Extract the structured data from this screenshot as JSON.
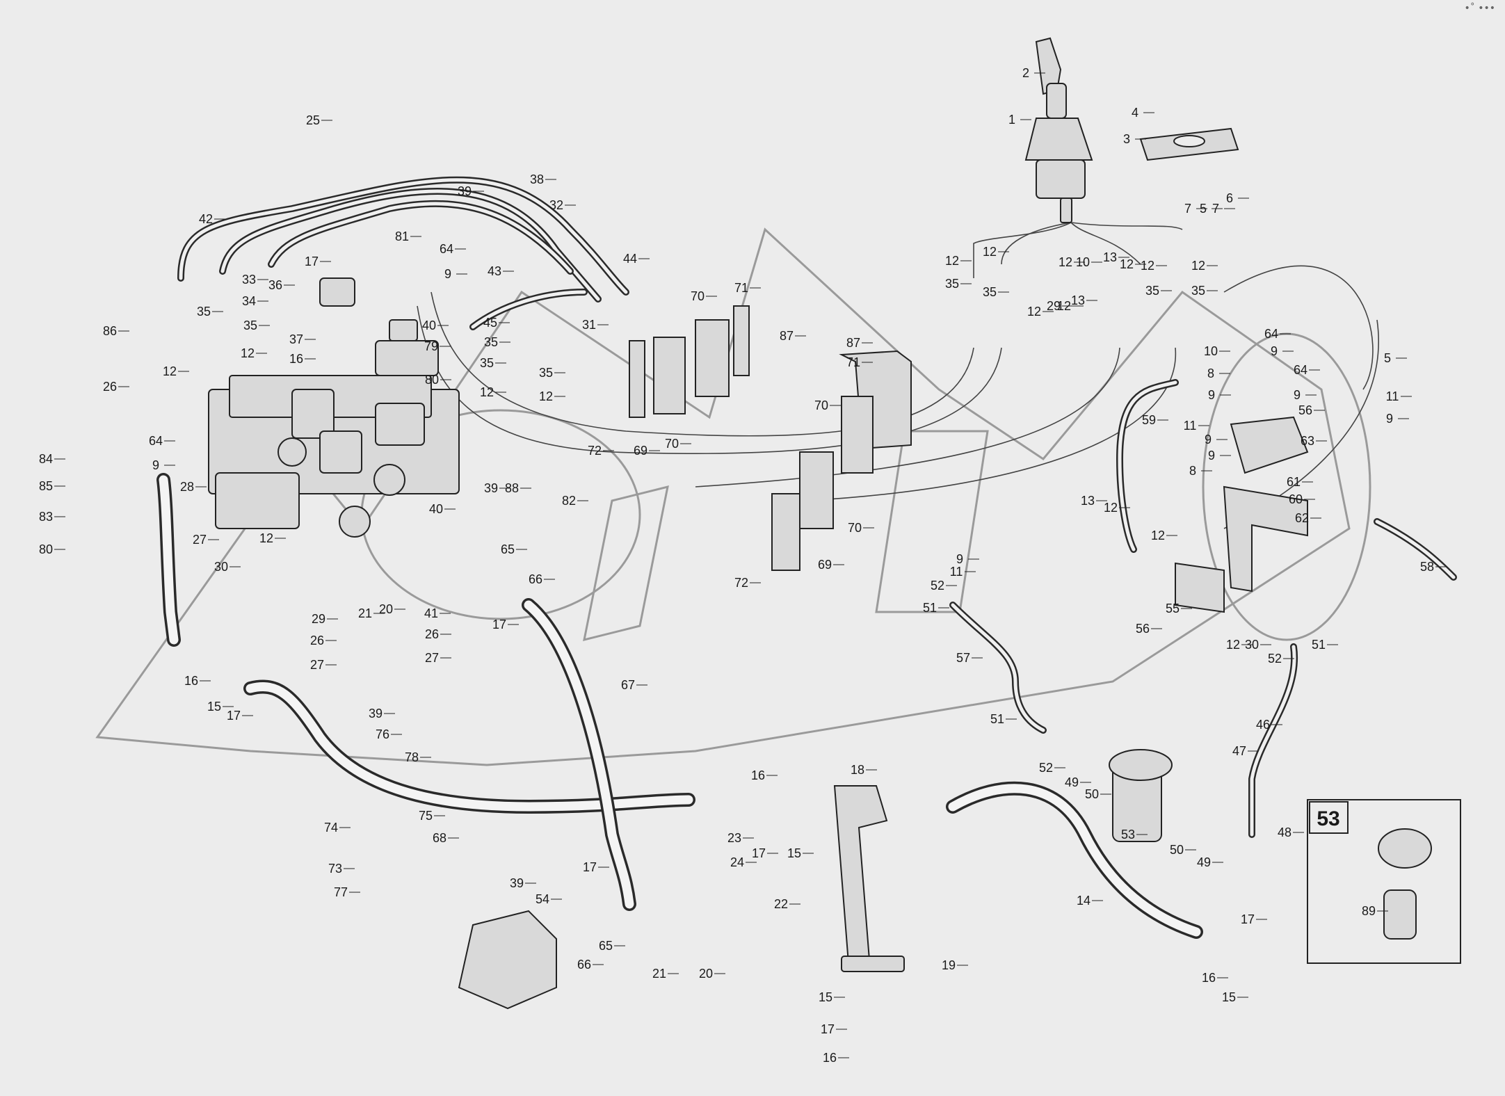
{
  "diagram": {
    "corner_menu": "•˚ •••",
    "inset_number": "53",
    "callouts": [
      {
        "id": "p2",
        "text": "2"
      },
      {
        "id": "p1",
        "text": "1"
      },
      {
        "id": "p4",
        "text": "4"
      },
      {
        "id": "p3",
        "text": "3"
      },
      {
        "id": "p7a",
        "text": "7"
      },
      {
        "id": "p5",
        "text": "5"
      },
      {
        "id": "p7b",
        "text": "7"
      },
      {
        "id": "p6",
        "text": "6"
      },
      {
        "id": "p25",
        "text": "25"
      },
      {
        "id": "p38",
        "text": "38"
      },
      {
        "id": "p39a",
        "text": "39"
      },
      {
        "id": "p32",
        "text": "32"
      },
      {
        "id": "p42",
        "text": "42"
      },
      {
        "id": "p81",
        "text": "81"
      },
      {
        "id": "p64a",
        "text": "64"
      },
      {
        "id": "p17a",
        "text": "17"
      },
      {
        "id": "p9a",
        "text": "9"
      },
      {
        "id": "p44",
        "text": "44"
      },
      {
        "id": "p33",
        "text": "33"
      },
      {
        "id": "p36",
        "text": "36"
      },
      {
        "id": "p43",
        "text": "43"
      },
      {
        "id": "p34",
        "text": "34"
      },
      {
        "id": "p35a",
        "text": "35"
      },
      {
        "id": "p35b",
        "text": "35"
      },
      {
        "id": "p40a",
        "text": "40"
      },
      {
        "id": "p45",
        "text": "45"
      },
      {
        "id": "p35c",
        "text": "35"
      },
      {
        "id": "p31",
        "text": "31"
      },
      {
        "id": "p86",
        "text": "86"
      },
      {
        "id": "p37",
        "text": "37"
      },
      {
        "id": "p79",
        "text": "79"
      },
      {
        "id": "p12a",
        "text": "12"
      },
      {
        "id": "p16a",
        "text": "16"
      },
      {
        "id": "p35d",
        "text": "35"
      },
      {
        "id": "p35e",
        "text": "35"
      },
      {
        "id": "p12b",
        "text": "12"
      },
      {
        "id": "p80a",
        "text": "80"
      },
      {
        "id": "p12c",
        "text": "12"
      },
      {
        "id": "p12d",
        "text": "12"
      },
      {
        "id": "p26a",
        "text": "26"
      },
      {
        "id": "p70a",
        "text": "70"
      },
      {
        "id": "p71a",
        "text": "71"
      },
      {
        "id": "p87a",
        "text": "87"
      },
      {
        "id": "p12e",
        "text": "12"
      },
      {
        "id": "p12f",
        "text": "12"
      },
      {
        "id": "p12g",
        "text": "12"
      },
      {
        "id": "p10a",
        "text": "10"
      },
      {
        "id": "p12h",
        "text": "12"
      },
      {
        "id": "p13a",
        "text": "13"
      },
      {
        "id": "p12i",
        "text": "12"
      },
      {
        "id": "p12j",
        "text": "12"
      },
      {
        "id": "p35f",
        "text": "35"
      },
      {
        "id": "p35g",
        "text": "35"
      },
      {
        "id": "p35h",
        "text": "35"
      },
      {
        "id": "p35i",
        "text": "35"
      },
      {
        "id": "p12k",
        "text": "12"
      },
      {
        "id": "p29a",
        "text": "29"
      },
      {
        "id": "p12l",
        "text": "12"
      },
      {
        "id": "p13b",
        "text": "13"
      },
      {
        "id": "p64b",
        "text": "64"
      },
      {
        "id": "p10b",
        "text": "10"
      },
      {
        "id": "p9b",
        "text": "9"
      },
      {
        "id": "p5b",
        "text": "5"
      },
      {
        "id": "p8a",
        "text": "8"
      },
      {
        "id": "p64c",
        "text": "64"
      },
      {
        "id": "p9c",
        "text": "9"
      },
      {
        "id": "p11a",
        "text": "11"
      },
      {
        "id": "p9d",
        "text": "9"
      },
      {
        "id": "p9e",
        "text": "9"
      },
      {
        "id": "p56a",
        "text": "56"
      },
      {
        "id": "p87b",
        "text": "87"
      },
      {
        "id": "p71b",
        "text": "71"
      },
      {
        "id": "p70b",
        "text": "70"
      },
      {
        "id": "p59",
        "text": "59"
      },
      {
        "id": "p11b",
        "text": "11"
      },
      {
        "id": "p9f",
        "text": "9"
      },
      {
        "id": "p63",
        "text": "63"
      },
      {
        "id": "p9g",
        "text": "9"
      },
      {
        "id": "p8b",
        "text": "8"
      },
      {
        "id": "p61",
        "text": "61"
      },
      {
        "id": "p60",
        "text": "60"
      },
      {
        "id": "p62",
        "text": "62"
      },
      {
        "id": "p72a",
        "text": "72"
      },
      {
        "id": "p69a",
        "text": "69"
      },
      {
        "id": "p70c",
        "text": "70"
      },
      {
        "id": "p84",
        "text": "84"
      },
      {
        "id": "p64d",
        "text": "64"
      },
      {
        "id": "p9h",
        "text": "9"
      },
      {
        "id": "p85",
        "text": "85"
      },
      {
        "id": "p28",
        "text": "28"
      },
      {
        "id": "p39b",
        "text": "39"
      },
      {
        "id": "p88",
        "text": "88"
      },
      {
        "id": "p82",
        "text": "82"
      },
      {
        "id": "p40b",
        "text": "40"
      },
      {
        "id": "p83",
        "text": "83"
      },
      {
        "id": "p27a",
        "text": "27"
      },
      {
        "id": "p12m",
        "text": "12"
      },
      {
        "id": "p80b",
        "text": "80"
      },
      {
        "id": "p30a",
        "text": "30"
      },
      {
        "id": "p65a",
        "text": "65"
      },
      {
        "id": "p66a",
        "text": "66"
      },
      {
        "id": "p70d",
        "text": "70"
      },
      {
        "id": "p13c",
        "text": "13"
      },
      {
        "id": "p12n",
        "text": "12"
      },
      {
        "id": "p12o",
        "text": "12"
      },
      {
        "id": "p58",
        "text": "58"
      },
      {
        "id": "p9i",
        "text": "9"
      },
      {
        "id": "p11c",
        "text": "11"
      },
      {
        "id": "p52a",
        "text": "52"
      },
      {
        "id": "p51a",
        "text": "51"
      },
      {
        "id": "p72b",
        "text": "72"
      },
      {
        "id": "p69b",
        "text": "69"
      },
      {
        "id": "p56b",
        "text": "56"
      },
      {
        "id": "p55",
        "text": "55"
      },
      {
        "id": "p21a",
        "text": "21"
      },
      {
        "id": "p20a",
        "text": "20"
      },
      {
        "id": "p41",
        "text": "41"
      },
      {
        "id": "p29b",
        "text": "29"
      },
      {
        "id": "p17b",
        "text": "17"
      },
      {
        "id": "p26b",
        "text": "26"
      },
      {
        "id": "p26c",
        "text": "26"
      },
      {
        "id": "p27b",
        "text": "27"
      },
      {
        "id": "p27c",
        "text": "27"
      },
      {
        "id": "p12p",
        "text": "12"
      },
      {
        "id": "p30b",
        "text": "30"
      },
      {
        "id": "p52b",
        "text": "52"
      },
      {
        "id": "p51b",
        "text": "51"
      },
      {
        "id": "p57",
        "text": "57"
      },
      {
        "id": "p16b",
        "text": "16"
      },
      {
        "id": "p15a",
        "text": "15"
      },
      {
        "id": "p17c",
        "text": "17"
      },
      {
        "id": "p67",
        "text": "67"
      },
      {
        "id": "p39c",
        "text": "39"
      },
      {
        "id": "p76",
        "text": "76"
      },
      {
        "id": "p51c",
        "text": "51"
      },
      {
        "id": "p46",
        "text": "46"
      },
      {
        "id": "p78",
        "text": "78"
      },
      {
        "id": "p47",
        "text": "47"
      },
      {
        "id": "p52c",
        "text": "52"
      },
      {
        "id": "p49a",
        "text": "49"
      },
      {
        "id": "p50a",
        "text": "50"
      },
      {
        "id": "p18",
        "text": "18"
      },
      {
        "id": "p16c",
        "text": "16"
      },
      {
        "id": "p75",
        "text": "75"
      },
      {
        "id": "p68",
        "text": "68"
      },
      {
        "id": "p74",
        "text": "74"
      },
      {
        "id": "p23",
        "text": "23"
      },
      {
        "id": "p17d",
        "text": "17"
      },
      {
        "id": "p15b",
        "text": "15"
      },
      {
        "id": "p48",
        "text": "48"
      },
      {
        "id": "p53",
        "text": "53"
      },
      {
        "id": "p50b",
        "text": "50"
      },
      {
        "id": "p49b",
        "text": "49"
      },
      {
        "id": "p24",
        "text": "24"
      },
      {
        "id": "p73",
        "text": "73"
      },
      {
        "id": "p77",
        "text": "77"
      },
      {
        "id": "p14",
        "text": "14"
      },
      {
        "id": "p17e",
        "text": "17"
      },
      {
        "id": "p22",
        "text": "22"
      },
      {
        "id": "p39d",
        "text": "39"
      },
      {
        "id": "p54",
        "text": "54"
      },
      {
        "id": "p17f",
        "text": "17"
      },
      {
        "id": "p65b",
        "text": "65"
      },
      {
        "id": "p66b",
        "text": "66"
      },
      {
        "id": "p21b",
        "text": "21"
      },
      {
        "id": "p20b",
        "text": "20"
      },
      {
        "id": "p19",
        "text": "19"
      },
      {
        "id": "p16d",
        "text": "16"
      },
      {
        "id": "p15c",
        "text": "15"
      },
      {
        "id": "p15d",
        "text": "15"
      },
      {
        "id": "p17g",
        "text": "17"
      },
      {
        "id": "p16e",
        "text": "16"
      },
      {
        "id": "p89",
        "text": "89"
      }
    ]
  }
}
